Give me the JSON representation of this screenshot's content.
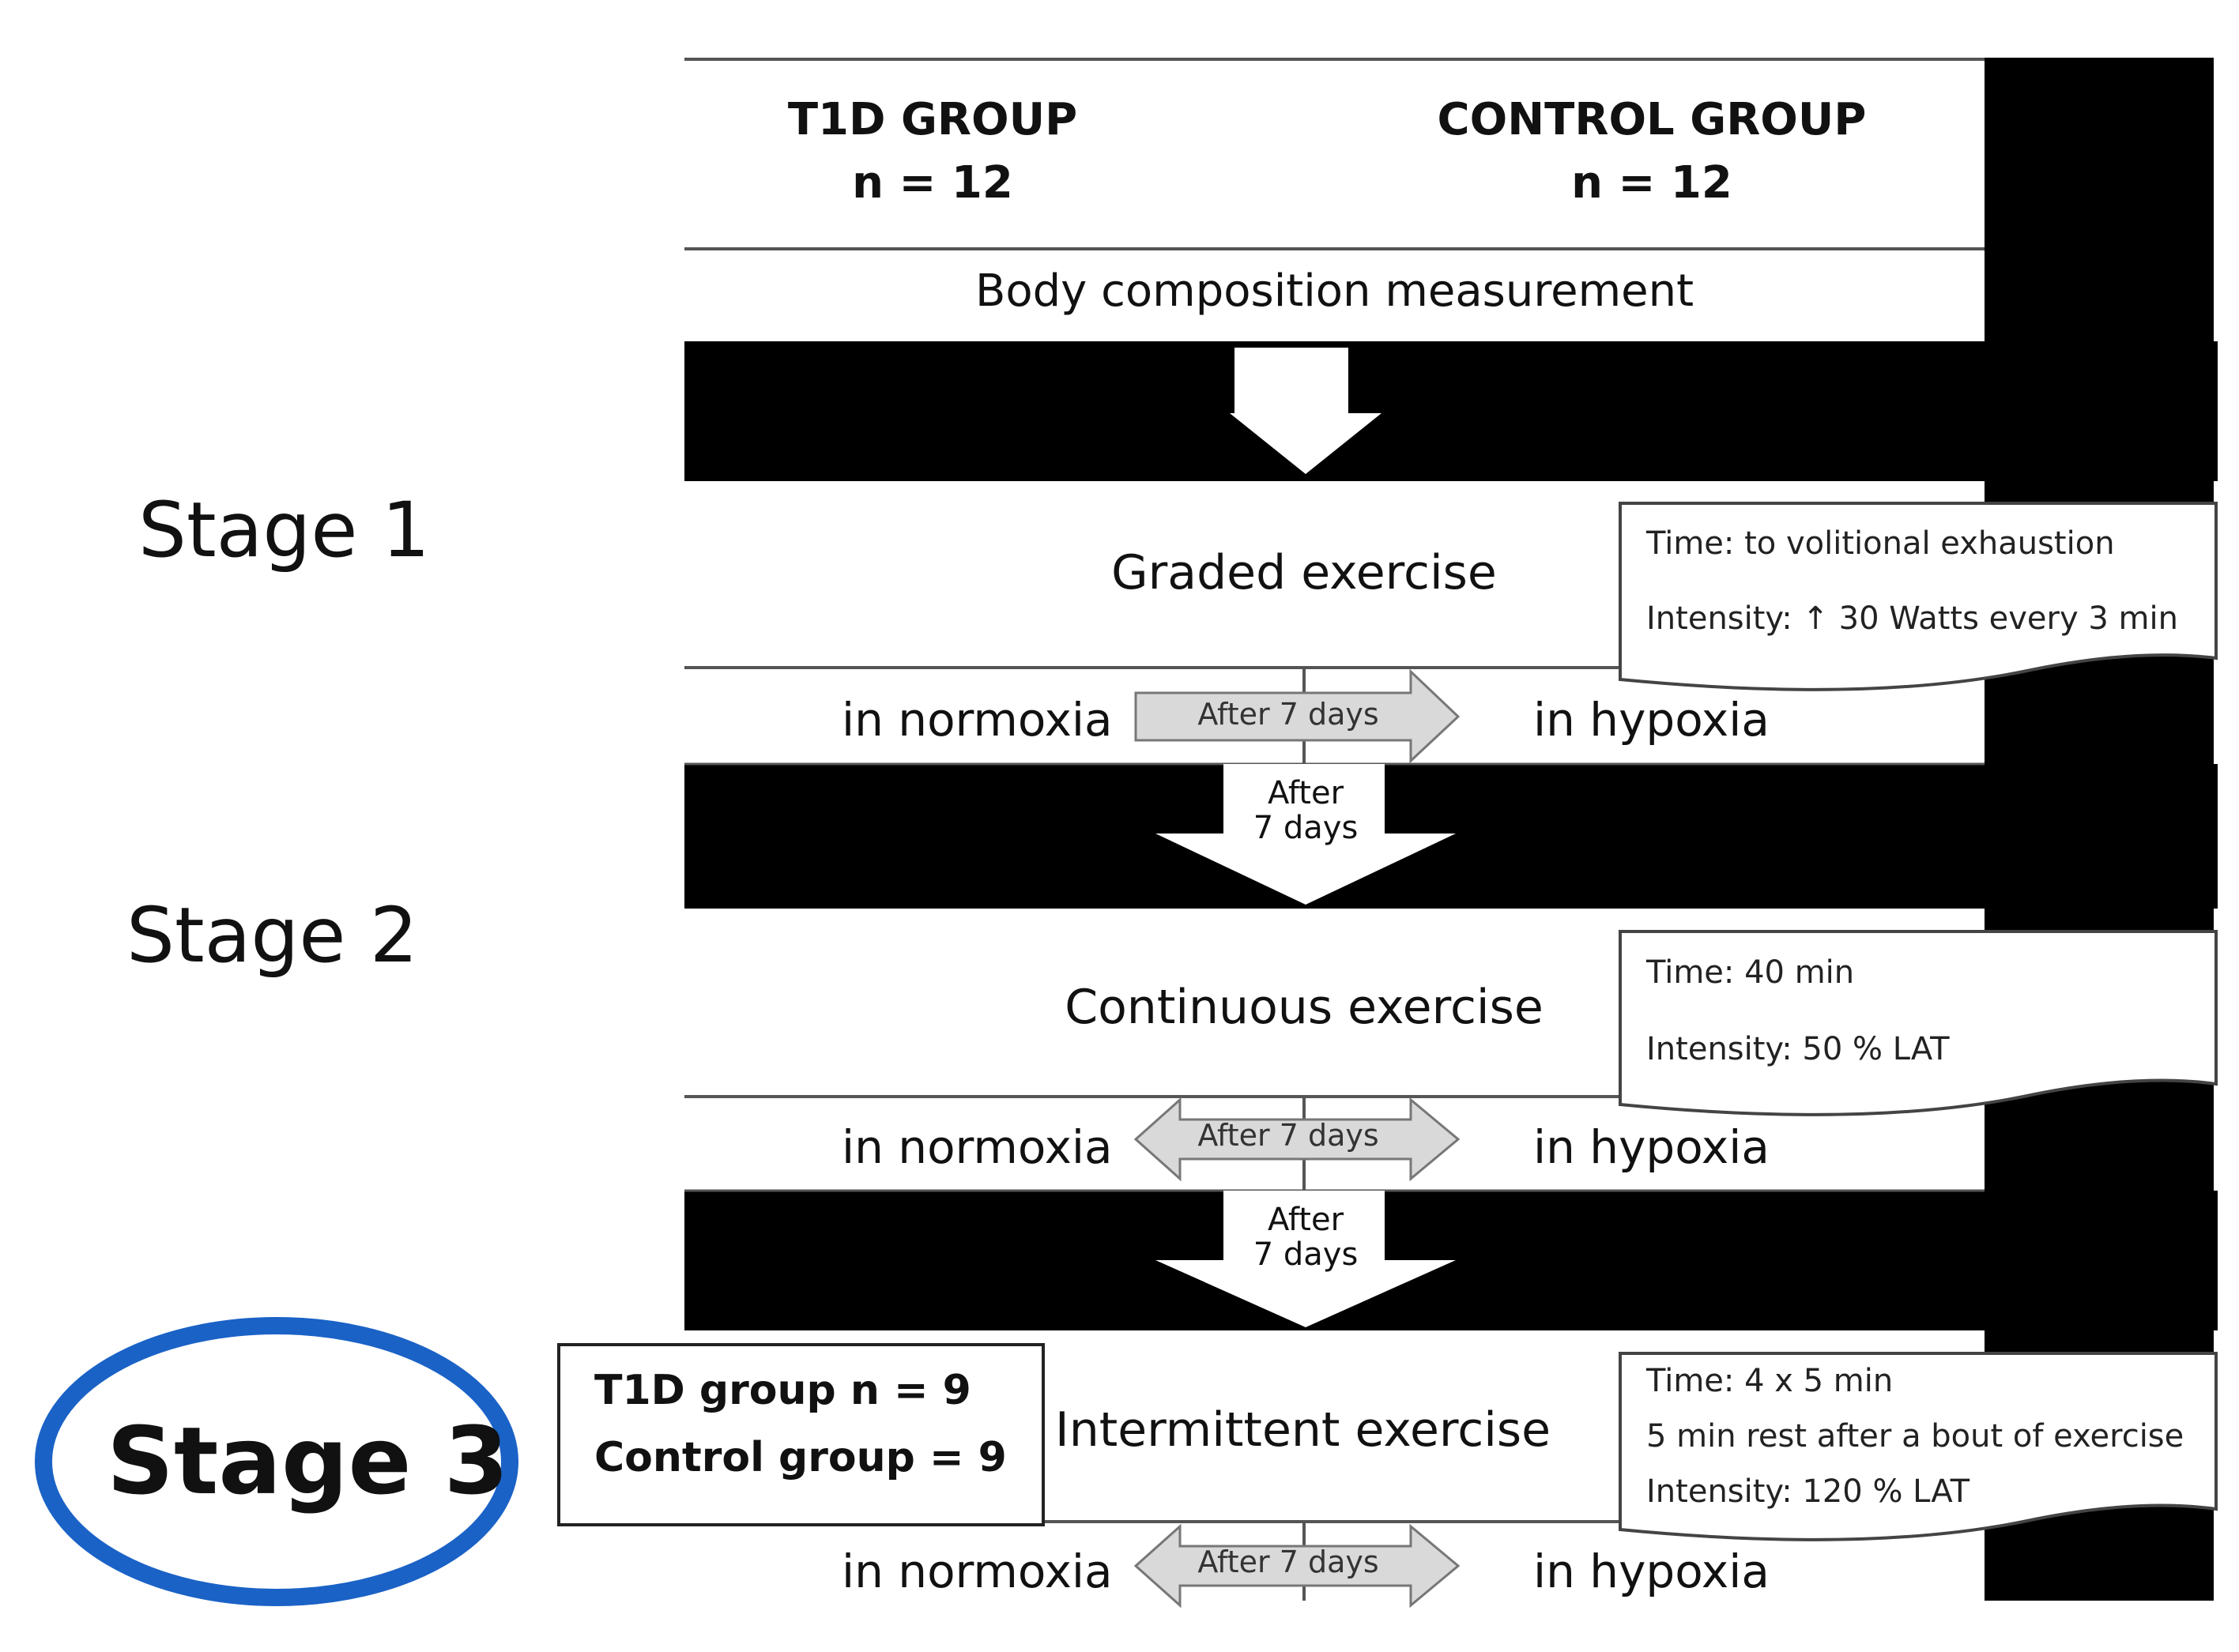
{
  "header": {
    "t1d_group": "T1D GROUP",
    "t1d_n": "n = 12",
    "control_group": "CONTROL GROUP",
    "control_n": "n = 12"
  },
  "body_composition": "Body composition measurement",
  "stages": {
    "stage1": {
      "label": "Stage 1",
      "exercise": "Graded exercise",
      "time": "Time: to volitional exhaustion",
      "intensity": "Intensity:  ↑  30 Watts every 3 min",
      "left_condition": "in normoxia",
      "right_condition": "in hypoxia",
      "transition": "After 7 days"
    },
    "stage2": {
      "label": "Stage 2",
      "exercise": "Continuous exercise",
      "time": "Time: 40 min",
      "intensity": "Intensity: 50 % LAT",
      "left_condition": "in normoxia",
      "right_condition": "in hypoxia",
      "transition": "After 7 days"
    },
    "stage3": {
      "label": "Stage 3",
      "exercise": "Intermittent exercise",
      "time": "Time: 4 x 5 min",
      "rest": "5 min rest after a bout of exercise",
      "intensity": "Intensity: 120 % LAT",
      "left_condition": "in normoxia",
      "right_condition": "in hypoxia",
      "transition": "After 7 days",
      "groups_t1d": "T1D group n = 9",
      "groups_control": "Control group = 9"
    }
  },
  "between_stage_arrows": {
    "arrow1_line1": "After",
    "arrow1_line2": "7 days",
    "arrow2_line1": "After",
    "arrow2_line2": "7 days"
  },
  "colors": {
    "stage3_ellipse": "#1a62c6",
    "arrow_fill": "#d9d9d9"
  }
}
